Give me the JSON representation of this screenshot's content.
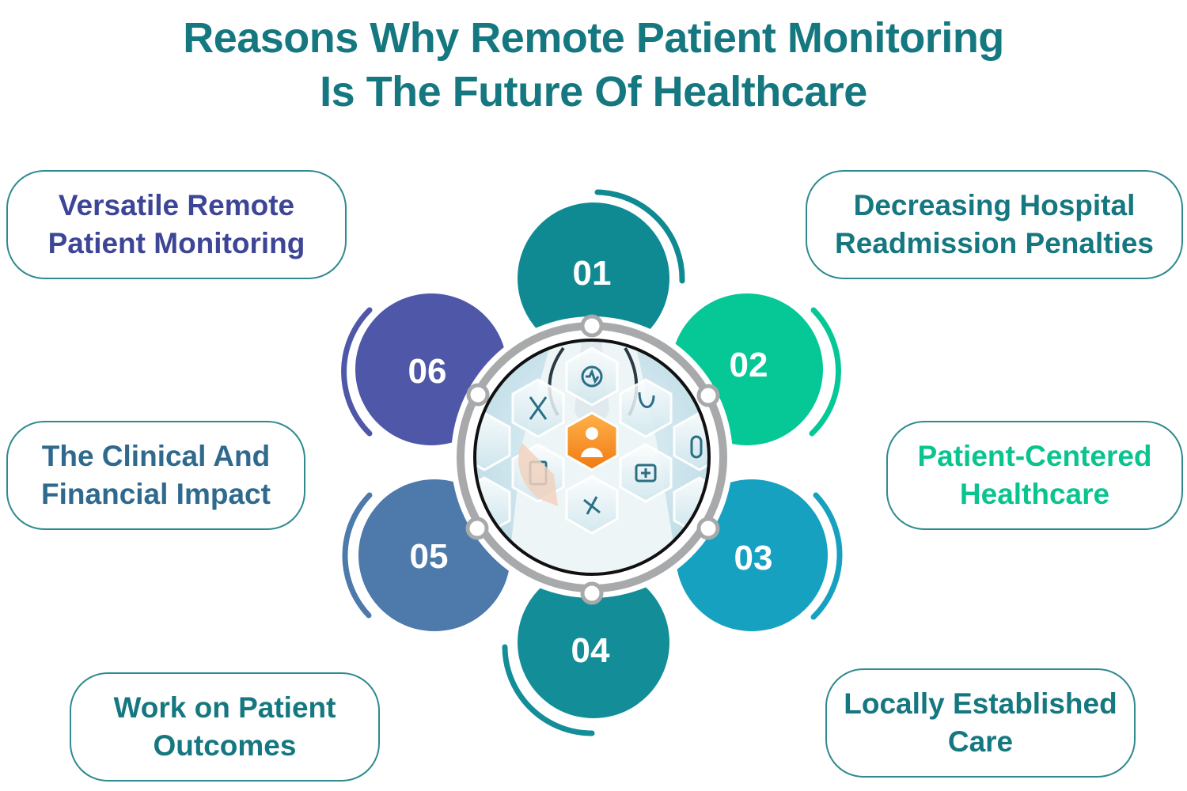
{
  "title": {
    "line1": "Reasons Why Remote Patient Monitoring",
    "line2": "Is The Future Of Healthcare"
  },
  "colors": {
    "title": "#15777f",
    "c01": "#0f8a92",
    "c02": "#05c896",
    "c03": "#16a1c0",
    "c04": "#138d98",
    "c05": "#4d79ab",
    "c06": "#4f58a8"
  },
  "reasons": [
    {
      "number": "01",
      "line1": "Decreasing Hospital",
      "line2": "Readmission Penalties",
      "color": "#15777f"
    },
    {
      "number": "02",
      "line1": "Patient-Centered",
      "line2": "Healthcare",
      "color": "#09c48f"
    },
    {
      "number": "03",
      "line1": "Locally Established",
      "line2": "Care",
      "color": "#15777f"
    },
    {
      "number": "04",
      "line1": "Work on Patient",
      "line2": "Outcomes",
      "color": "#15777f"
    },
    {
      "number": "05",
      "line1": "The Clinical And",
      "line2": "Financial Impact",
      "color": "#2f6a8e"
    },
    {
      "number": "06",
      "line1": "Versatile Remote",
      "line2": "Patient Monitoring",
      "color": "#3d4596"
    }
  ],
  "center_image": {
    "icons": [
      "heart-monitor-icon",
      "dna-icon",
      "stethoscope-icon",
      "doctor-icon",
      "clipboard-icon",
      "first-aid-kit-icon",
      "pills-icon",
      "capsule-icon"
    ]
  }
}
